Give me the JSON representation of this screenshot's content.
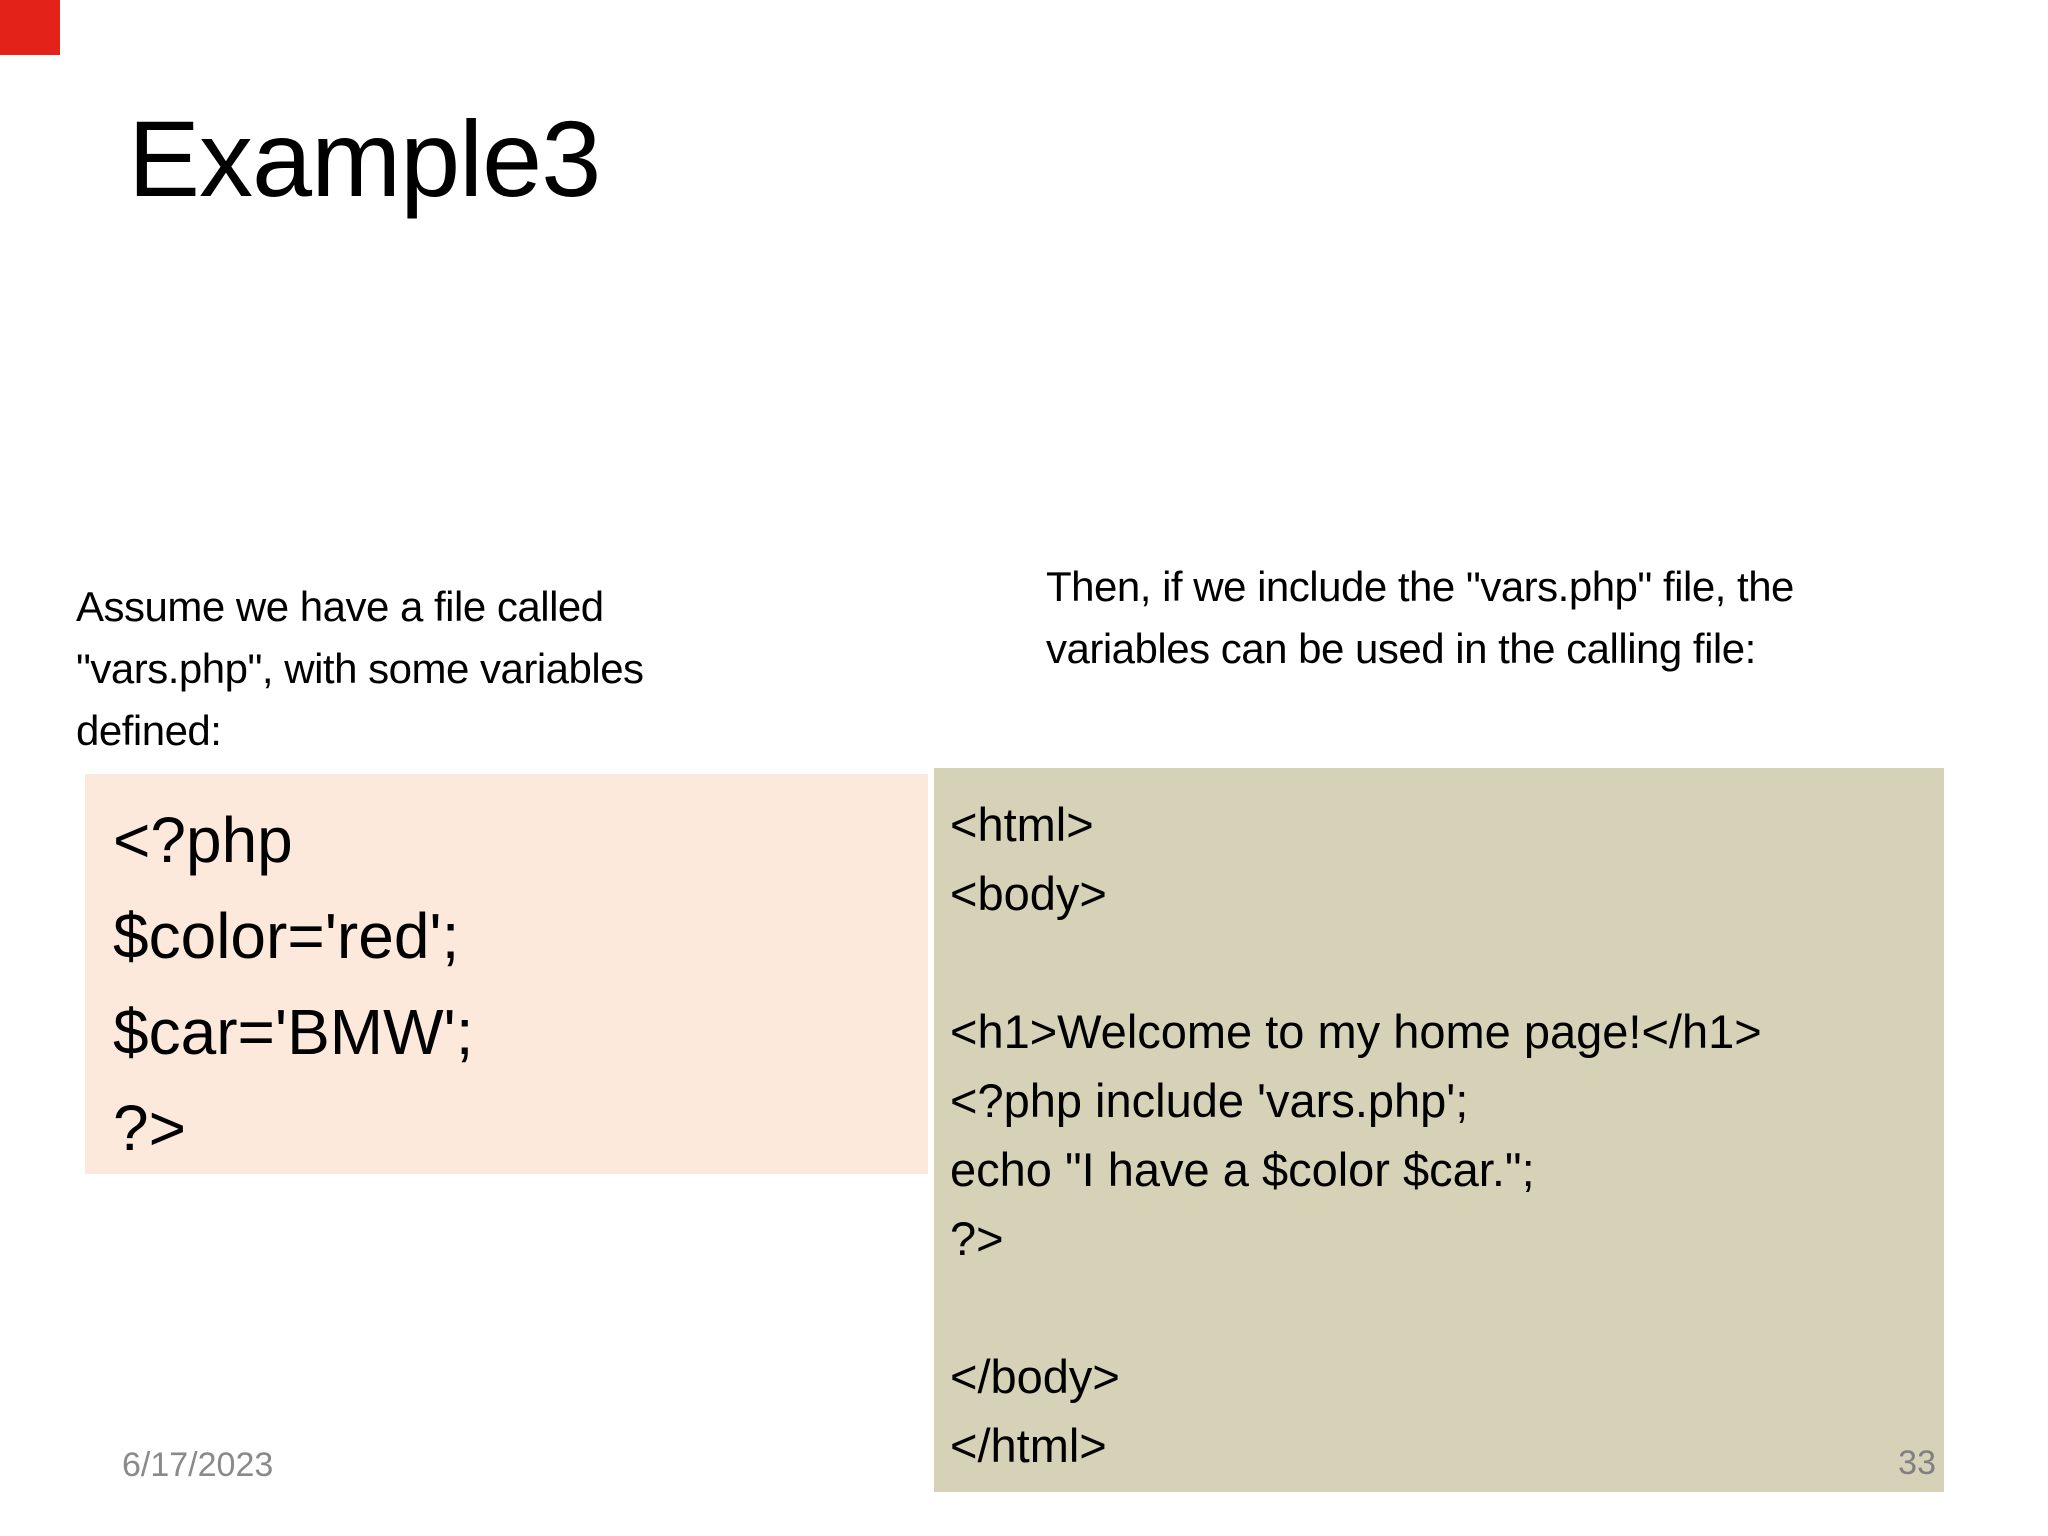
{
  "slide": {
    "title": "Example3",
    "left_intro_lines": [
      "Assume we have a file called",
      "\"vars.php\", with some variables",
      "defined:"
    ],
    "right_intro_lines": [
      "Then, if we include the \"vars.php\" file, the",
      "variables can be used in the calling file:"
    ],
    "left_code": {
      "bg_color": "#fce9dc",
      "lines": [
        "<?php",
        "$color='red';",
        "$car='BMW';",
        "?>"
      ]
    },
    "right_code": {
      "bg_color": "#d5d2b8",
      "lines": [
        "<html>",
        "<body>",
        "",
        "<h1>Welcome to my home page!</h1>",
        "<?php include 'vars.php';",
        "echo \"I have a $color $car.\";",
        "?>",
        "",
        "</body>",
        "</html>"
      ]
    },
    "footer": {
      "date": "6/17/2023",
      "page_number": "33"
    },
    "marker_color": "#e3231a",
    "text_color": "#000000",
    "footer_color": "#8a8a8a"
  }
}
